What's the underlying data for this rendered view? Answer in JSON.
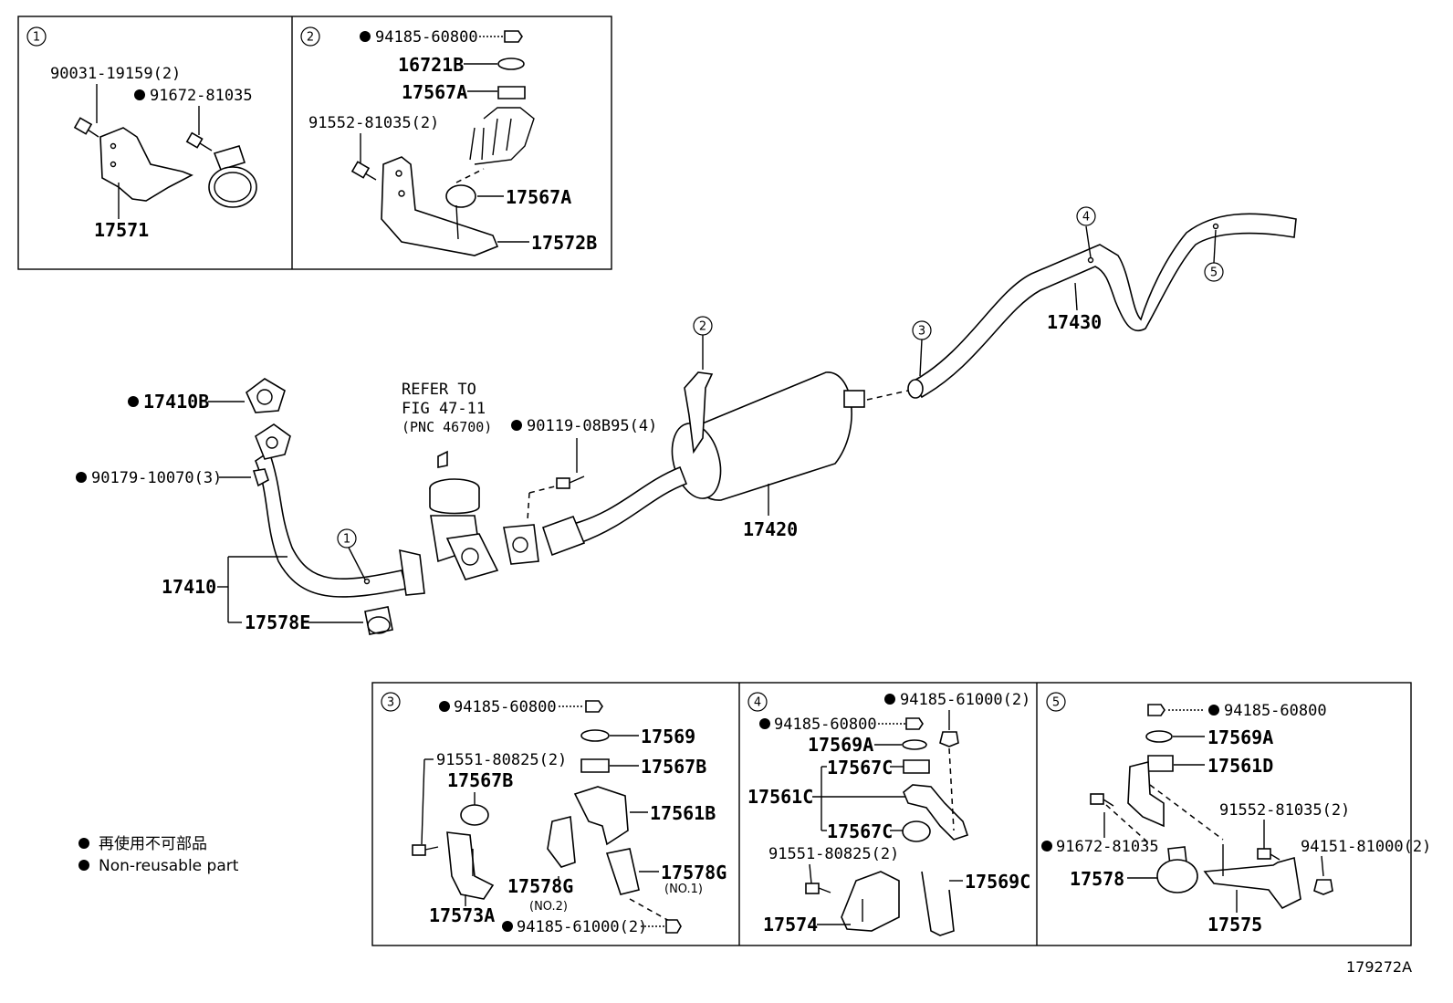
{
  "labels": {
    "box1_num": "1",
    "box2_num": "2",
    "box3_num": "3",
    "box4_num": "4",
    "box5_num": "5",
    "p_90031": "90031-19159(2)",
    "p_91672_a": "91672-81035",
    "p_17571": "17571",
    "p_94185_b2": "94185-60800",
    "p_16721B": "16721B",
    "p_17567A_top": "17567A",
    "p_91552_b2": "91552-81035(2)",
    "p_17567A": "17567A",
    "p_17572B": "17572B",
    "p_17430": "17430",
    "p_17420": "17420",
    "p_17410B": "17410B",
    "p_90179": "90179-10070(3)",
    "p_17410": "17410",
    "p_17578E": "17578E",
    "refer_1": "REFER TO",
    "refer_2": "FIG 47-11",
    "refer_3": "(PNC 46700)",
    "p_90119": "90119-08B95(4)",
    "b3_94185": "94185-60800",
    "b3_17569": "17569",
    "b3_17567B_r": "17567B",
    "b3_91551": "91551-80825(2)",
    "b3_17567B": "17567B",
    "b3_17561B": "17561B",
    "b3_17578G_1": "17578G",
    "b3_no1": "(NO.1)",
    "b3_17578G_2": "17578G",
    "b3_no2": "(NO.2)",
    "b3_17573A": "17573A",
    "b3_94185_61000": "94185-61000(2)",
    "b4_94185_61000": "94185-61000(2)",
    "b4_94185": "94185-60800",
    "b4_17569A": "17569A",
    "b4_17567C_1": "17567C",
    "b4_17561C": "17561C",
    "b4_17567C_2": "17567C",
    "b4_91551": "91551-80825(2)",
    "b4_17569C": "17569C",
    "b4_17574": "17574",
    "b5_94185": "94185-60800",
    "b5_17569A": "17569A",
    "b5_17561D": "17561D",
    "b5_91552": "91552-81035(2)",
    "b5_91672": "91672-81035",
    "b5_94151": "94151-81000(2)",
    "b5_17578": "17578",
    "b5_17575": "17575",
    "legend_jp": "再使用不可部品",
    "legend_en": "Non-reusable part",
    "figure_id": "179272A"
  }
}
